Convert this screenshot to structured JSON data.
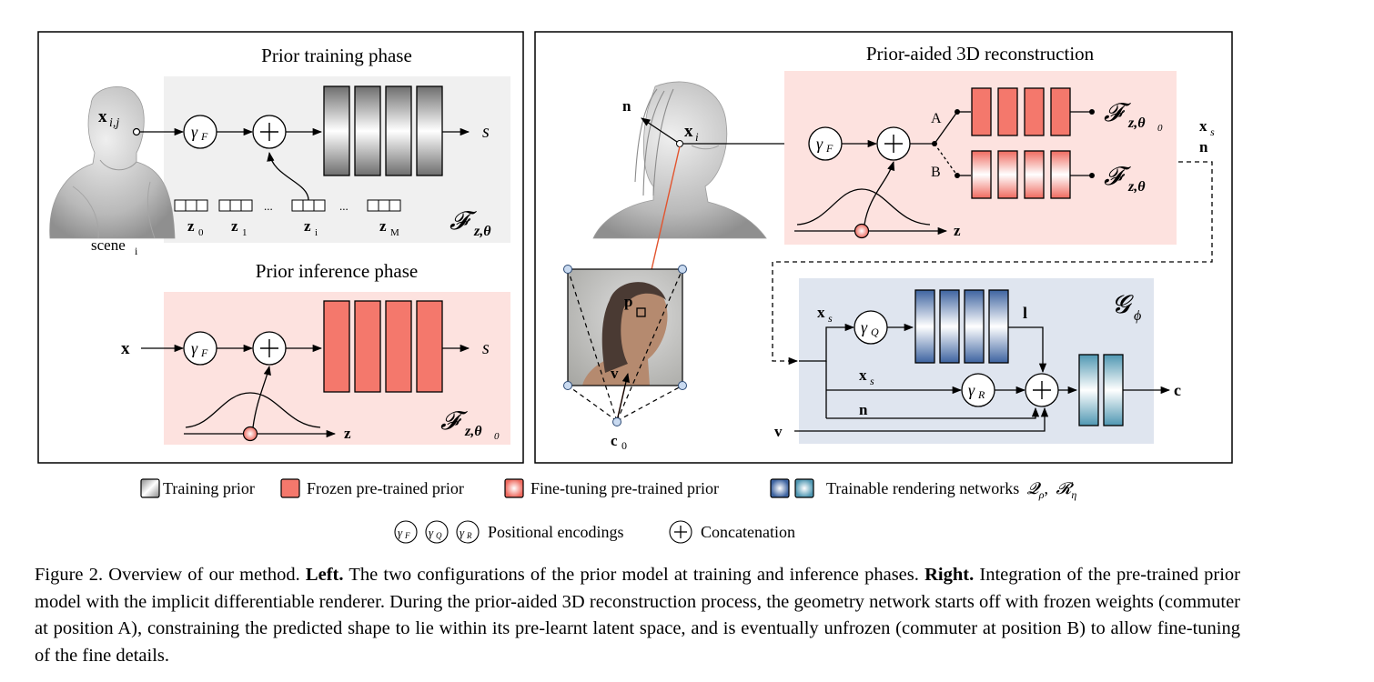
{
  "left_panel": {
    "training": {
      "title": "Prior training phase",
      "input_label_main": "x",
      "input_label_sub": "i,j",
      "scene_label": "scene",
      "scene_label_sub": "i",
      "encoding_label": "γ",
      "encoding_sub": "F",
      "output_label": "s",
      "latent_codes": [
        {
          "main": "z",
          "sub": "0"
        },
        {
          "main": "z",
          "sub": "1"
        },
        {
          "main": "z",
          "sub": "i"
        },
        {
          "main": "z",
          "sub": "M"
        }
      ],
      "ellipsis": "...",
      "network_label": "𝓕",
      "network_sub": "z,θ"
    },
    "inference": {
      "title": "Prior inference phase",
      "input_label": "x",
      "encoding_label": "γ",
      "encoding_sub": "F",
      "output_label": "s",
      "z_label": "z",
      "network_label": "𝓕",
      "network_sub": "z,θ",
      "network_sub2": "0"
    }
  },
  "right_panel": {
    "title": "Prior-aided 3D reconstruction",
    "normal_label": "n",
    "point_label": "x",
    "point_sub": "i",
    "pixel_label": "p",
    "view_label": "v",
    "camera_label": "c",
    "camera_sub": "0",
    "encoding_label": "γ",
    "encoding_sub": "F",
    "switch_a": "A",
    "switch_b": "B",
    "frozen_net_label": "𝓕",
    "frozen_net_sub": "z,θ",
    "frozen_net_sub2": "0",
    "tuned_net_label": "𝓕",
    "tuned_net_sub": "z,θ",
    "z_label": "z",
    "out_xs_main": "x",
    "out_xs_sub": "s",
    "out_n": "n",
    "render": {
      "net_label": "𝓖",
      "net_sub": "ϕ",
      "xs_top_main": "x",
      "xs_top_sub": "s",
      "gamma_q": "γ",
      "gamma_q_sub": "Q",
      "l_label": "l",
      "xs_mid_main": "x",
      "xs_mid_sub": "s",
      "gamma_r": "γ",
      "gamma_r_sub": "R",
      "n_label": "n",
      "v_label": "v",
      "c_label": "c"
    }
  },
  "legend": {
    "training_prior": "Training prior",
    "frozen_prior": "Frozen pre-trained prior",
    "finetune_prior": "Fine-tuning pre-trained prior",
    "trainable_render_pre": "Trainable rendering networks",
    "trainable_render_q": "𝓠",
    "trainable_render_q_sub": "ρ",
    "trainable_render_sep": ",",
    "trainable_render_r": "𝓡",
    "trainable_render_r_sub": "η",
    "pos_enc_text": "Positional encodings",
    "pe_f": "F",
    "pe_q": "Q",
    "pe_r": "R",
    "pe_gamma": "γ",
    "concat_text": "Concatenation"
  },
  "caption": {
    "figure_label": "Figure 2. Overview of our method.",
    "left_bold": "Left.",
    "left_text": "The two configurations of the prior model at training and inference phases.",
    "right_bold": "Right.",
    "right_text": "Integration of the pre-trained prior model with the implicit differentiable renderer. During the prior-aided 3D reconstruction process, the geometry network starts off with frozen weights (commuter at position A), constraining the predicted shape to lie within its pre-learnt latent space, and is eventually unfrozen (commuter at position B) to allow fine-tuning of the fine details."
  },
  "colors": {
    "training_bg": "#f0f0f0",
    "prior_bg": "#fde2df",
    "frozen_fill": "#f4786c",
    "render_bg": "#dfe5ef",
    "blue_layer": "#4f72a8",
    "teal_layer": "#6aa8be"
  }
}
